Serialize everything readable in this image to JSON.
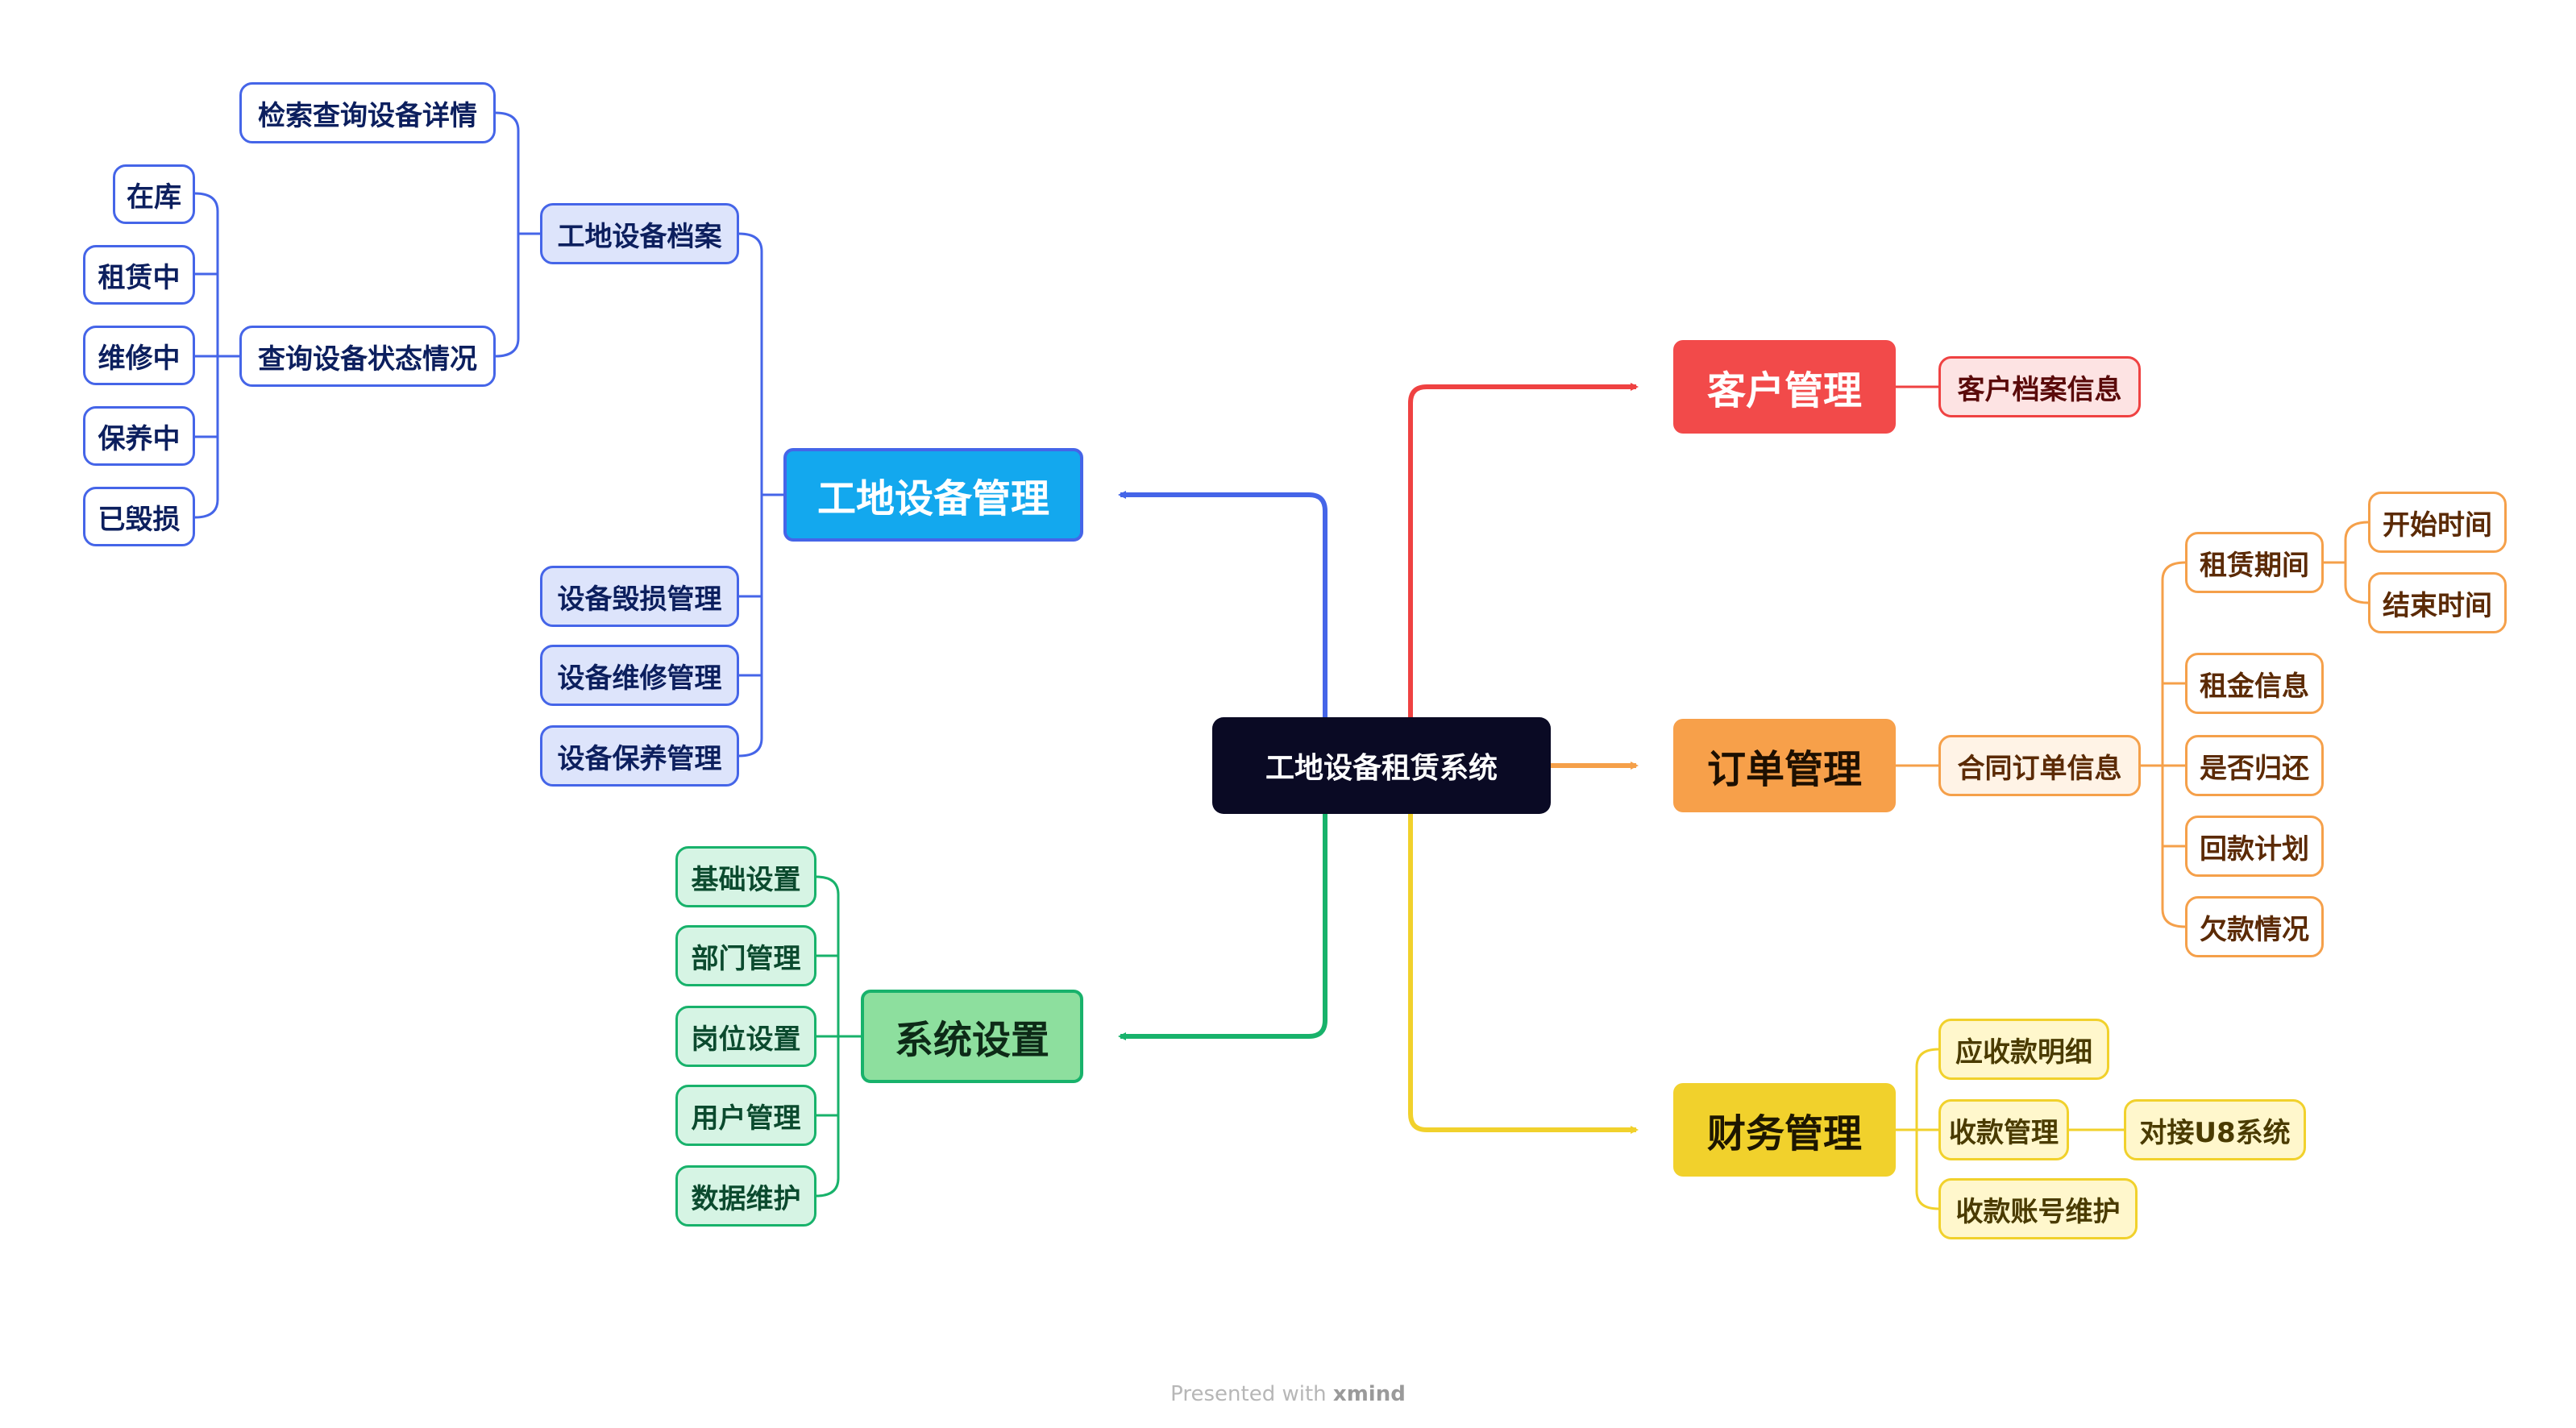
{
  "root": {
    "label": "工地设备租赁系统"
  },
  "equipment": {
    "label": "工地设备管理",
    "archive": {
      "label": "工地设备档案",
      "search_detail": "检索查询设备详情",
      "status_query": {
        "label": "查询设备状态情况",
        "states": [
          "在库",
          "租赁中",
          "维修中",
          "保养中",
          "已毁损"
        ]
      }
    },
    "damage": "设备毁损管理",
    "repair": "设备维修管理",
    "maintain": "设备保养管理"
  },
  "system": {
    "label": "系统设置",
    "items": [
      "基础设置",
      "部门管理",
      "岗位设置",
      "用户管理",
      "数据维护"
    ]
  },
  "customer": {
    "label": "客户管理",
    "items": [
      "客户档案信息"
    ]
  },
  "order": {
    "label": "订单管理",
    "contract": {
      "label": "合同订单信息",
      "period": {
        "label": "租赁期间",
        "start": "开始时间",
        "end": "结束时间"
      },
      "items": [
        "租金信息",
        "是否归还",
        "回款计划",
        "欠款情况"
      ]
    }
  },
  "finance": {
    "label": "财务管理",
    "receivable": "应收款明细",
    "collection": {
      "label": "收款管理",
      "u8": "对接U8系统"
    },
    "account": "收款账号维护"
  },
  "footer": {
    "prefix": "Presented with",
    "brand": "xmind"
  },
  "colors": {
    "root": "#0a0a24",
    "equipment": "#13a8ee",
    "system": "#8ddf9e",
    "customer": "#f24a4a",
    "order": "#f7a04a",
    "finance": "#f1d12c",
    "blue_line": "#4565e8",
    "green_line": "#18b26b",
    "red_line": "#ef4242",
    "orange_line": "#f5a04a",
    "yellow_line": "#f1d12c"
  }
}
